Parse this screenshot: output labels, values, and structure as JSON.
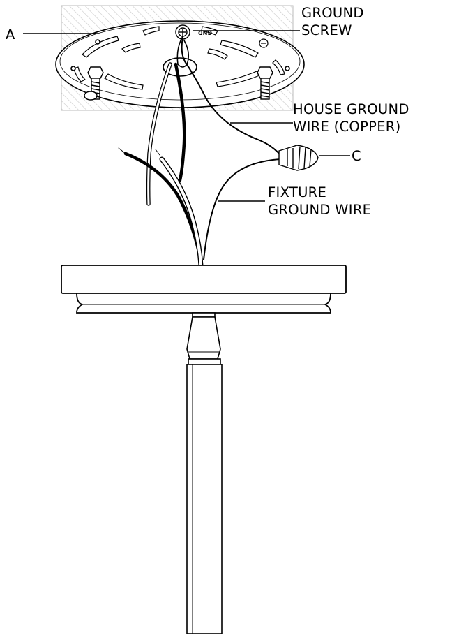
{
  "labels": {
    "a": "A",
    "ground_screw": [
      "GROUND",
      "SCREW"
    ],
    "house_ground_wire": [
      "HOUSE GROUND",
      "WIRE (COPPER)"
    ],
    "c": "C",
    "fixture_ground_wire": [
      "FIXTURE",
      "GROUND WIRE"
    ]
  },
  "plate_stamp": "GND"
}
